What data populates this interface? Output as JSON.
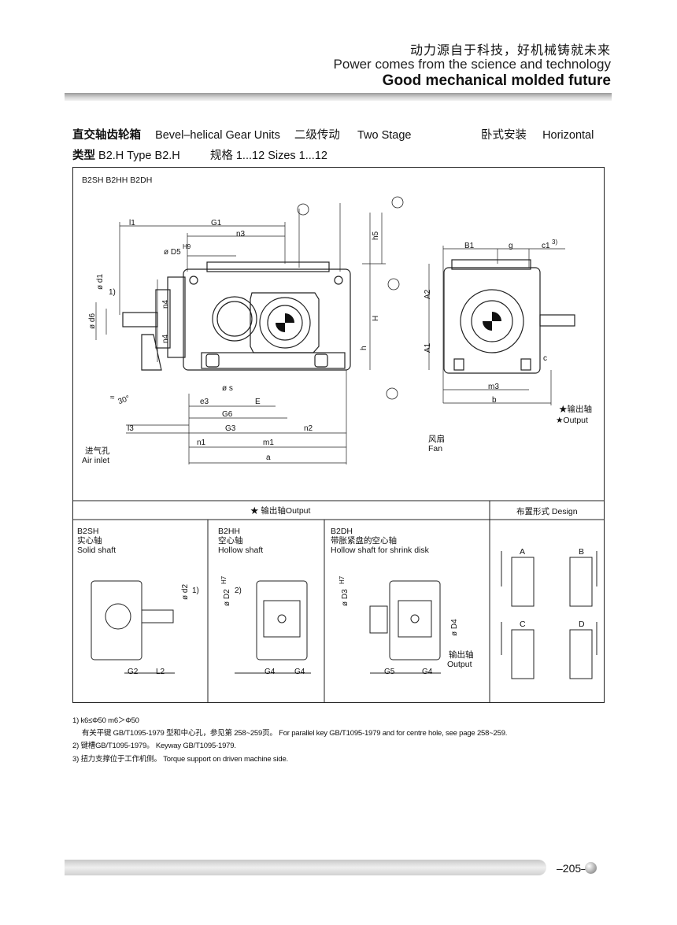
{
  "header": {
    "slogan_cn": "动力源自于科技，好机械铸就未来",
    "slogan_en": "Power comes from the science and technology",
    "slogan_bold": "Good mechanical molded future"
  },
  "title": {
    "cn1": "直交轴齿轮箱",
    "en1": "Bevel–helical  Gear Units",
    "cn2": "二级传动",
    "en2": "Two Stage",
    "cn3": "卧式安装",
    "en3": "Horizontal",
    "type_cn": "类型",
    "type_code": "B2.H",
    "type_en": "Type",
    "type_code2": "B2.H",
    "size_cn": "规格 1...12",
    "size_en": "Sizes 1...12"
  },
  "main_drawing": {
    "label": "B2SH  B2HH  B2DH",
    "dims_front": [
      "l1",
      "G1",
      "n3",
      "ø D5",
      "H9",
      "ø d1",
      "1)",
      "n4",
      "ø d6",
      "n4",
      "h5",
      "H",
      "h",
      "ø s",
      "e3",
      "E",
      "G6",
      "l3",
      "G3",
      "n2",
      "n1",
      "m1",
      "a",
      "30°",
      "≈"
    ],
    "air_inlet_cn": "进气孔",
    "air_inlet_en": "Air inlet",
    "dims_side": [
      "B1",
      "g",
      "c1",
      "3)",
      "A2",
      "A1",
      "c",
      "m3",
      "b"
    ],
    "output_cn": "★输出轴",
    "output_en": "★Output",
    "fan_cn": "风扇",
    "fan_en": "Fan"
  },
  "output_section": {
    "title": "★ 输出轴Output",
    "b2sh": {
      "code": "B2SH",
      "cn": "实心轴",
      "en": "Solid shaft",
      "dim_d2": "ø d2",
      "note": "1)",
      "g2": "G2",
      "l2": "L2"
    },
    "b2hh": {
      "code": "B2HH",
      "cn": "空心轴",
      "en": "Hollow shaft",
      "dim": "ø D2",
      "tol": "H7",
      "note": "2)",
      "g4a": "G4",
      "g4b": "G4"
    },
    "b2dh": {
      "code": "B2DH",
      "cn": "带胀紧盘的空心轴",
      "en": "Hollow shaft for shrink disk",
      "dim_d3": "ø D3",
      "tol": "H7",
      "dim_d4": "ø D4",
      "out_cn": "输出轴",
      "out_en": "Output",
      "g5": "G5",
      "g4": "G4"
    }
  },
  "design": {
    "title": "布置形式 Design",
    "labels": [
      "A",
      "B",
      "C",
      "D"
    ]
  },
  "footnotes": [
    "1) k6≤Φ50    m6＞Φ50",
    "有关平键 GB/T1095-1979 型和中心孔，参见第 258~259页。 For parallel key GB/T1095-1979 and for centre hole, see page 258~259.",
    "2) 键槽GB/T1095-1979。         Keyway GB/T1095-1979.",
    "3) 扭力支撑位于工作机侧。     Torque support on driven machine side."
  ],
  "page_number": "–205–"
}
